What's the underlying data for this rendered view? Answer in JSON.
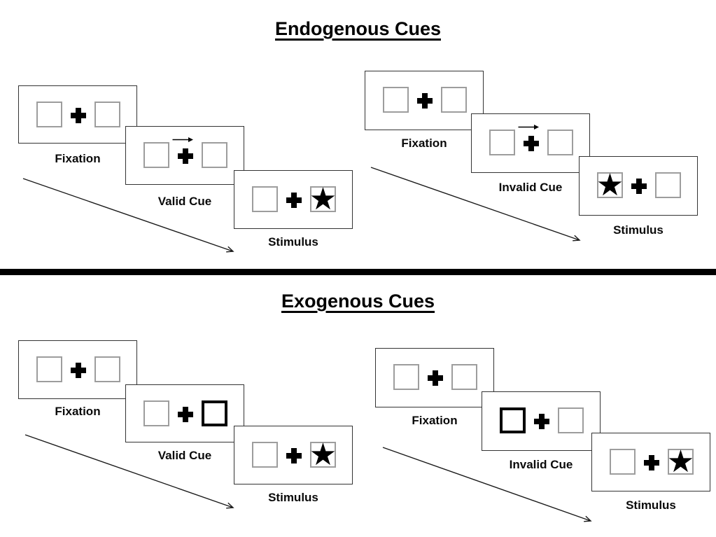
{
  "figure": {
    "sections": [
      {
        "title": "Endogenous Cues",
        "groups": [
          {
            "condition": "valid",
            "cue_type": "central-arrow",
            "stimulus_side": "right",
            "steps": [
              {
                "label": "Fixation"
              },
              {
                "label": "Valid Cue"
              },
              {
                "label": "Stimulus"
              }
            ]
          },
          {
            "condition": "invalid",
            "cue_type": "central-arrow",
            "stimulus_side": "left",
            "steps": [
              {
                "label": "Fixation"
              },
              {
                "label": "Invalid Cue"
              },
              {
                "label": "Stimulus"
              }
            ]
          }
        ]
      },
      {
        "title": "Exogenous Cues",
        "groups": [
          {
            "condition": "valid",
            "cue_type": "peripheral-box-right",
            "stimulus_side": "right",
            "steps": [
              {
                "label": "Fixation"
              },
              {
                "label": "Valid Cue"
              },
              {
                "label": "Stimulus"
              }
            ]
          },
          {
            "condition": "invalid",
            "cue_type": "peripheral-box-left",
            "stimulus_side": "right",
            "steps": [
              {
                "label": "Fixation"
              },
              {
                "label": "Invalid Cue"
              },
              {
                "label": "Stimulus"
              }
            ]
          }
        ]
      }
    ],
    "icons": {
      "star": "★",
      "fixation_cross": "+",
      "cue_arrow": "→"
    },
    "colors": {
      "ink": "#000000",
      "panel_border": "#333333",
      "box_border": "#9d9d9d"
    }
  }
}
